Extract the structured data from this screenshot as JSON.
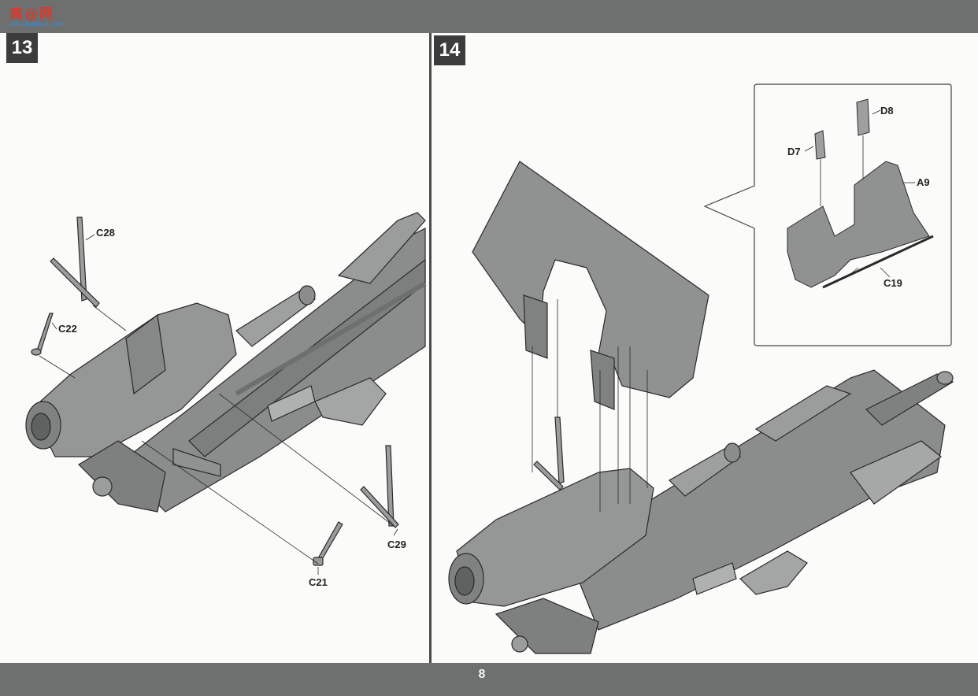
{
  "header": {
    "watermark_text": "高@网",
    "watermark_sub": "www.hobbyz.com"
  },
  "steps": [
    {
      "number": "13",
      "parts": [
        "C28",
        "C22",
        "C29",
        "C21"
      ]
    },
    {
      "number": "14",
      "parts": [
        "D8",
        "D7",
        "A9",
        "C19"
      ]
    }
  ],
  "footer": {
    "page_number": "8"
  },
  "colors": {
    "bar": "#6e6f6f",
    "step_box": "#3c3c3c",
    "part_gray": "#8e918f",
    "line": "#2a2a2a"
  }
}
